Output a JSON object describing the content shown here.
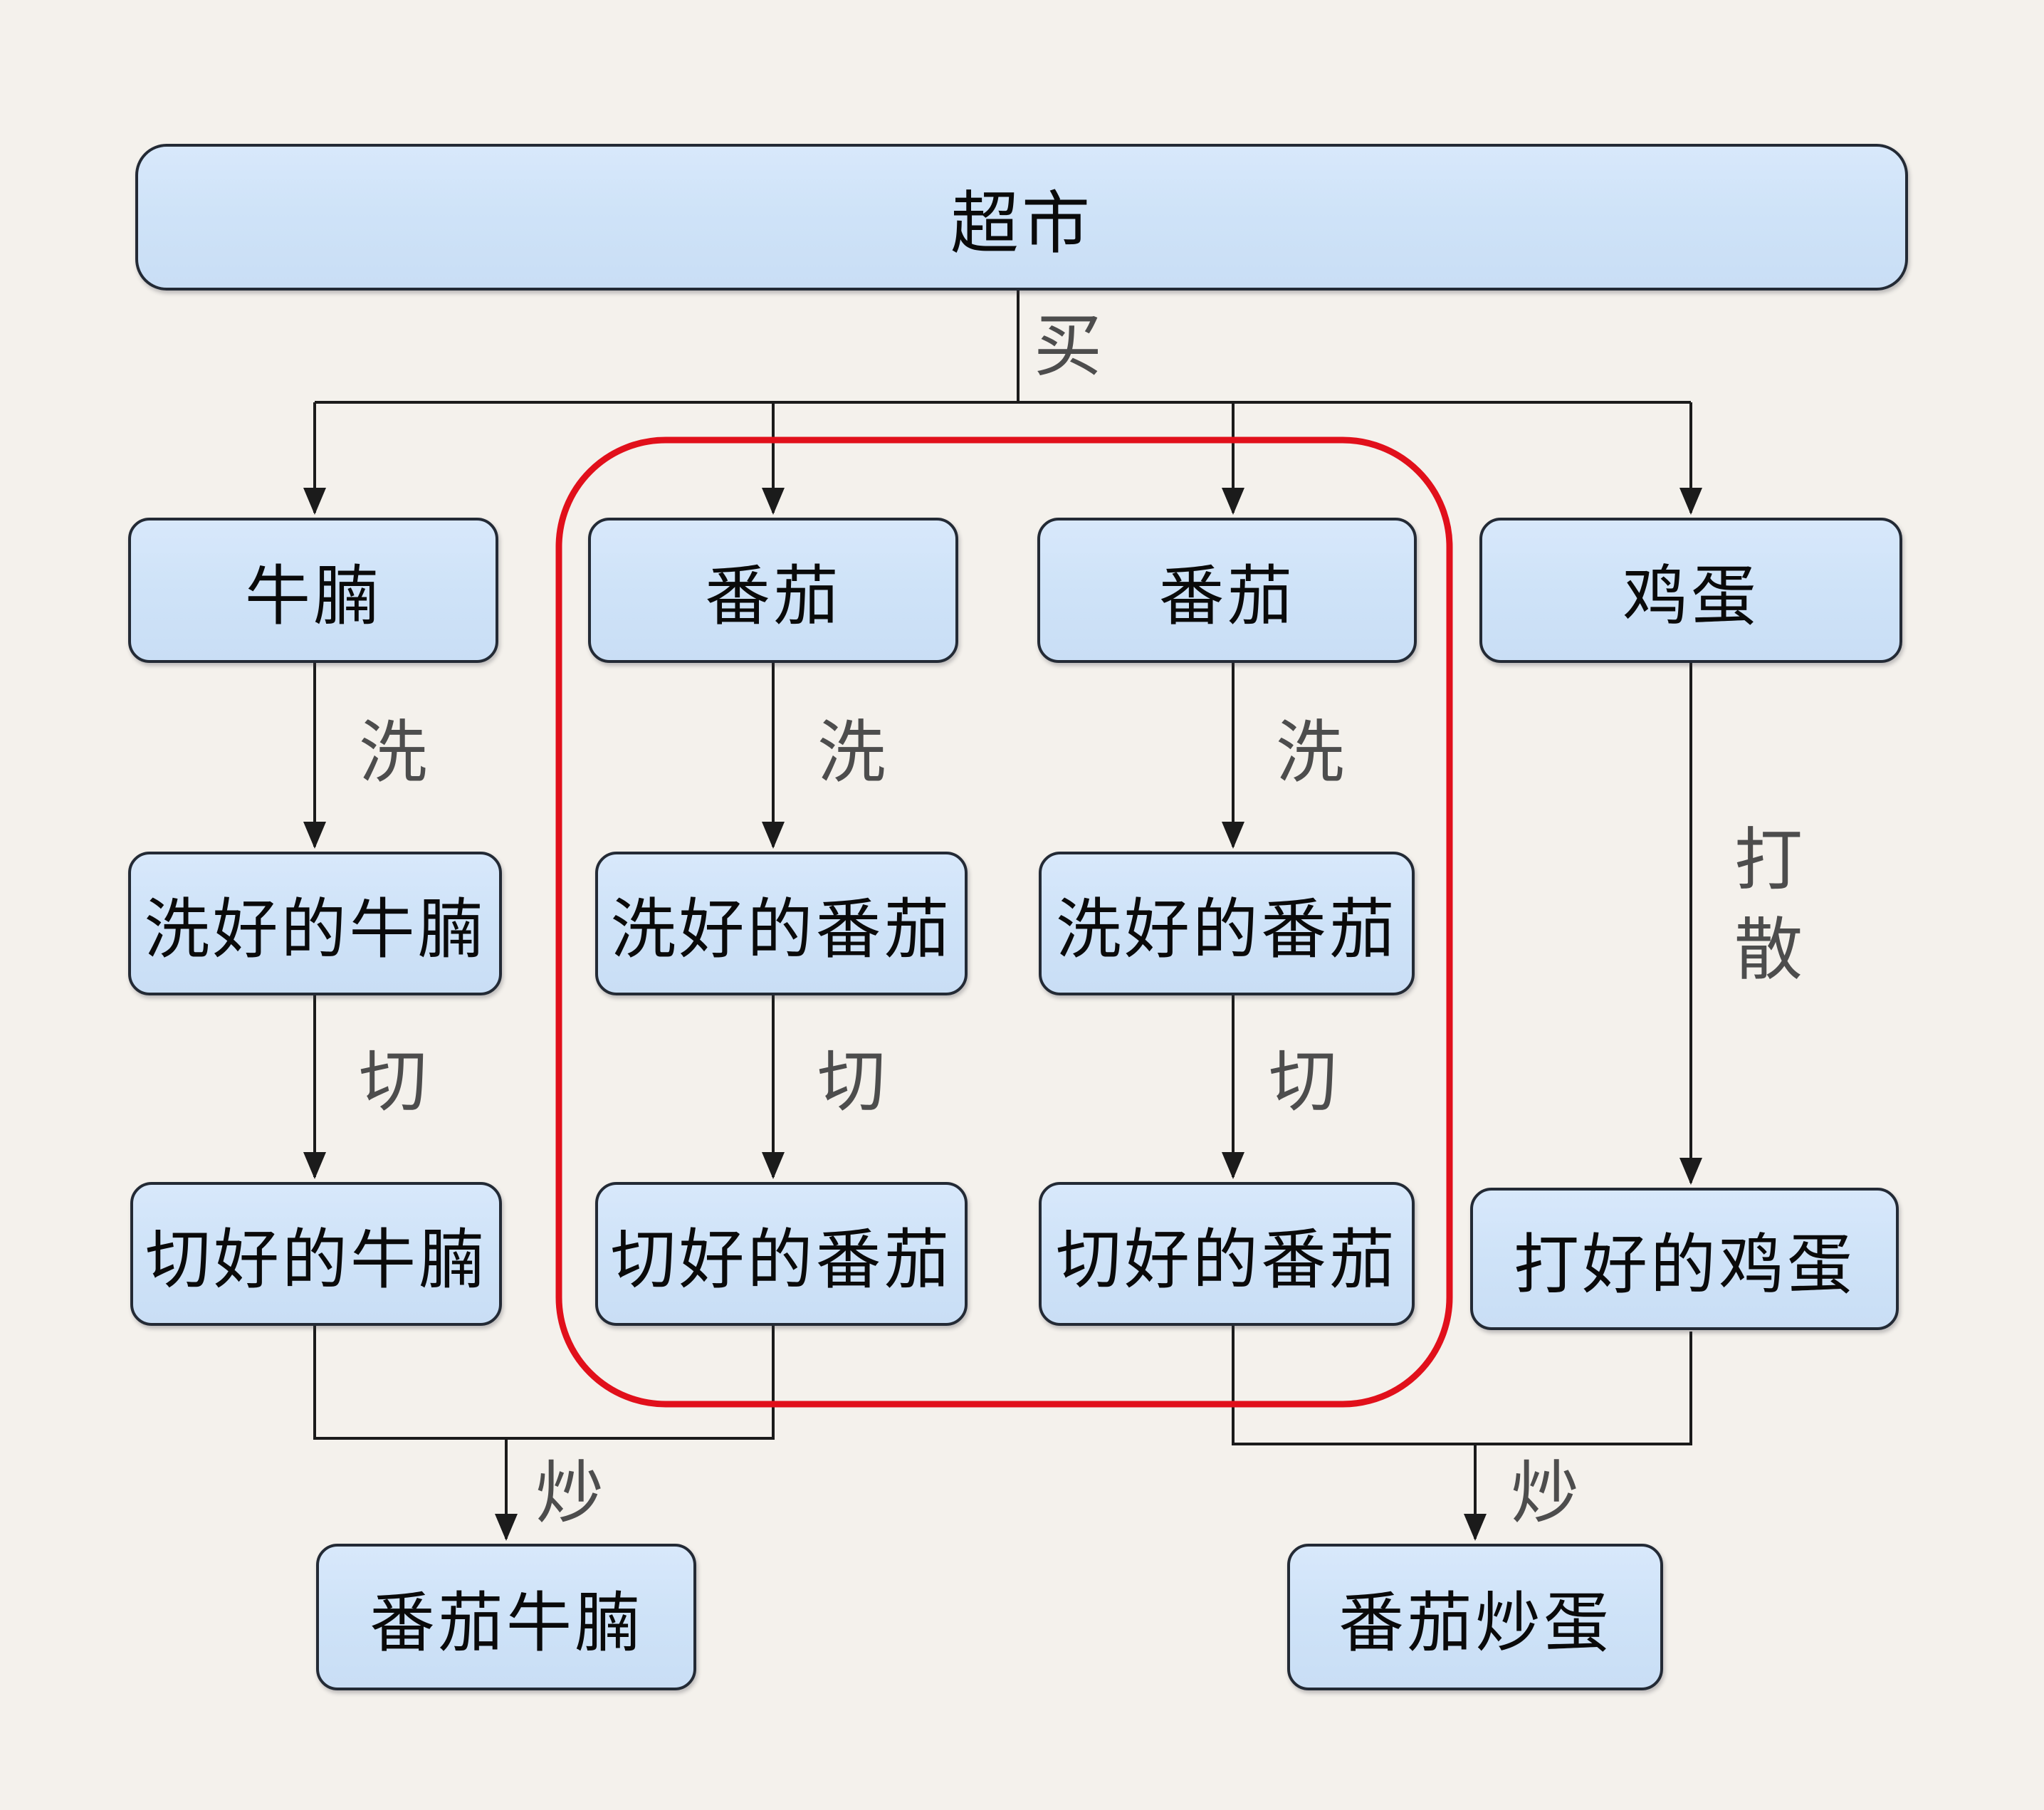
{
  "diagram": {
    "nodes": {
      "supermarket": {
        "label": "超市"
      },
      "beef": {
        "label": "牛腩"
      },
      "tomato1": {
        "label": "番茄"
      },
      "tomato2": {
        "label": "番茄"
      },
      "egg": {
        "label": "鸡蛋"
      },
      "washed_beef": {
        "label": "洗好的牛腩"
      },
      "washed_tomato1": {
        "label": "洗好的番茄"
      },
      "washed_tomato2": {
        "label": "洗好的番茄"
      },
      "cut_beef": {
        "label": "切好的牛腩"
      },
      "cut_tomato1": {
        "label": "切好的番茄"
      },
      "cut_tomato2": {
        "label": "切好的番茄"
      },
      "beaten_egg": {
        "label": "打好的鸡蛋"
      },
      "dish_beef_tomato": {
        "label": "番茄牛腩"
      },
      "dish_tomato_egg": {
        "label": "番茄炒蛋"
      }
    },
    "edge_labels": {
      "buy": "买",
      "wash_beef": "洗",
      "wash_tomato1": "洗",
      "wash_tomato2": "洗",
      "cut_beef": "切",
      "cut_tomato1": "切",
      "cut_tomato2": "切",
      "beat_line1": "打",
      "beat_line2": "散",
      "fry_beef_tomato": "炒",
      "fry_tomato_egg": "炒"
    },
    "colors": {
      "background": "#f4f1ec",
      "node_fill": "#cfe3f8",
      "node_border": "#232a35",
      "edge": "#1b1b1b",
      "edge_label": "#4d4d4d",
      "highlight": "#e1101b"
    }
  }
}
